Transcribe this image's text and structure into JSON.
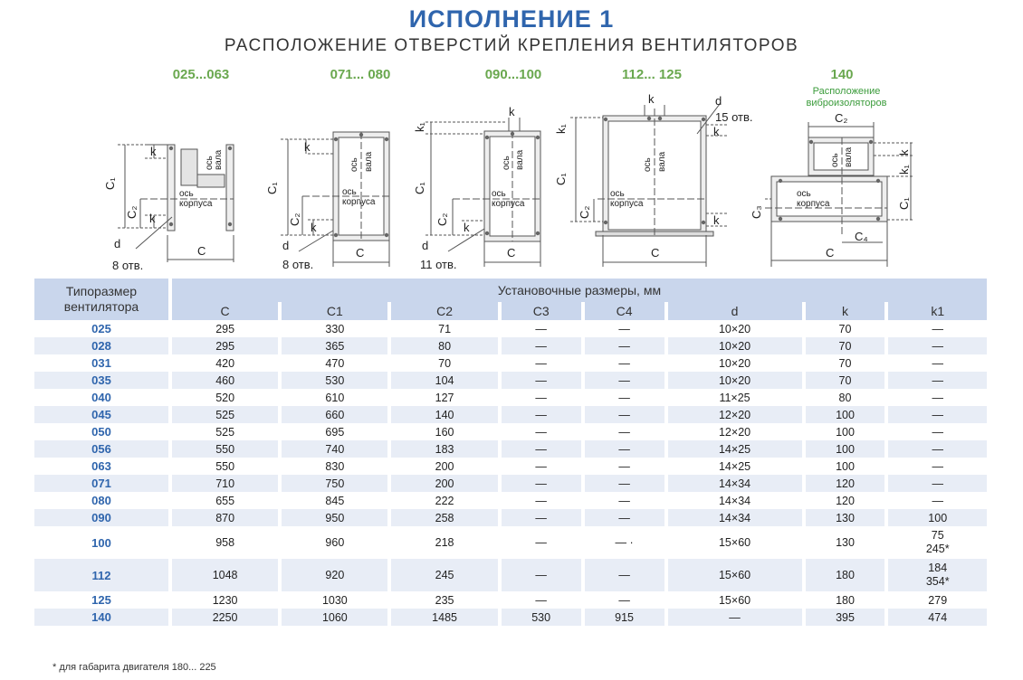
{
  "title": "ИСПОЛНЕНИЕ 1",
  "subtitle": "РАСПОЛОЖЕНИЕ ОТВЕРСТИЙ КРЕПЛЕНИЯ ВЕНТИЛЯТОРОВ",
  "diagrams": {
    "groups": [
      "025...063",
      "071... 080",
      "090...100",
      "112... 125",
      "140"
    ],
    "note140_line1": "Расположение",
    "note140_line2": "виброизоляторов",
    "labels": {
      "k": "k",
      "k1": "k₁",
      "c": "C",
      "c1": "C₁",
      "c2": "C₂",
      "c3": "C₃",
      "c4": "C₄",
      "d": "d",
      "holes8": "8 отв.",
      "holes11": "11 отв.",
      "holes15": "15 отв.",
      "axis_shaft_1": "ось",
      "axis_shaft_2": "вала",
      "axis_body_1": "ось",
      "axis_body_2": "корпуса"
    }
  },
  "table": {
    "header_left": "Типоразмер вентилятора",
    "header_top": "Установочные размеры, мм",
    "columns": [
      "C",
      "C1",
      "C2",
      "C3",
      "C4",
      "d",
      "k",
      "k1"
    ],
    "rows": [
      {
        "size": "025",
        "values": [
          "295",
          "330",
          "71",
          "—",
          "—",
          "10×20",
          "70",
          "—"
        ]
      },
      {
        "size": "028",
        "values": [
          "295",
          "365",
          "80",
          "—",
          "—",
          "10×20",
          "70",
          "—"
        ]
      },
      {
        "size": "031",
        "values": [
          "420",
          "470",
          "70",
          "—",
          "—",
          "10×20",
          "70",
          "—"
        ]
      },
      {
        "size": "035",
        "values": [
          "460",
          "530",
          "104",
          "—",
          "—",
          "10×20",
          "70",
          "—"
        ]
      },
      {
        "size": "040",
        "values": [
          "520",
          "610",
          "127",
          "—",
          "—",
          "11×25",
          "80",
          "—"
        ]
      },
      {
        "size": "045",
        "values": [
          "525",
          "660",
          "140",
          "—",
          "—",
          "12×20",
          "100",
          "—"
        ]
      },
      {
        "size": "050",
        "values": [
          "525",
          "695",
          "160",
          "—",
          "—",
          "12×20",
          "100",
          "—"
        ]
      },
      {
        "size": "056",
        "values": [
          "550",
          "740",
          "183",
          "—",
          "—",
          "14×25",
          "100",
          "—"
        ]
      },
      {
        "size": "063",
        "values": [
          "550",
          "830",
          "200",
          "—",
          "—",
          "14×25",
          "100",
          "—"
        ]
      },
      {
        "size": "071",
        "values": [
          "710",
          "750",
          "200",
          "—",
          "—",
          "14×34",
          "120",
          "—"
        ]
      },
      {
        "size": "080",
        "values": [
          "655",
          "845",
          "222",
          "—",
          "—",
          "14×34",
          "120",
          "—"
        ]
      },
      {
        "size": "090",
        "values": [
          "870",
          "950",
          "258",
          "—",
          "—",
          "14×34",
          "130",
          "100"
        ]
      },
      {
        "size": "100",
        "values": [
          "958",
          "960",
          "218",
          "—",
          "— ·",
          "15×60",
          "130",
          "75\n245*"
        ]
      },
      {
        "size": "112",
        "values": [
          "1048",
          "920",
          "245",
          "—",
          "—",
          "15×60",
          "180",
          "184\n354*"
        ]
      },
      {
        "size": "125",
        "values": [
          "1230",
          "1030",
          "235",
          "—",
          "—",
          "15×60",
          "180",
          "279"
        ]
      },
      {
        "size": "140",
        "values": [
          "2250",
          "1060",
          "1485",
          "530",
          "915",
          "—",
          "395",
          "474"
        ]
      }
    ]
  },
  "footnote": "* для габарита двигателя 180... 225"
}
